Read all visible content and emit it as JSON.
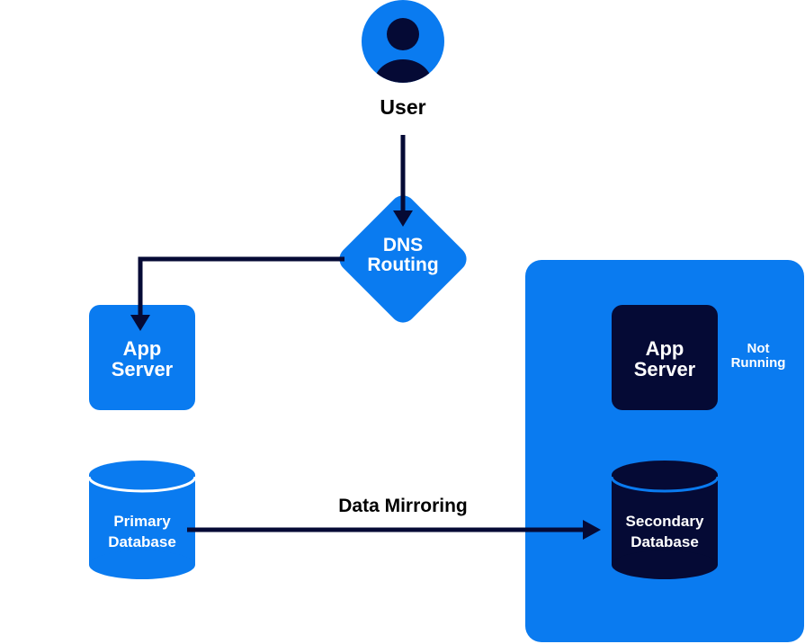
{
  "colors": {
    "primary_blue": "#0a7bf0",
    "navy": "#050a35",
    "white": "#ffffff",
    "text_dark": "#000000"
  },
  "user": {
    "label": "User",
    "icon": "user-avatar-icon"
  },
  "dns": {
    "line1": "DNS",
    "line2": "Routing"
  },
  "primary_site": {
    "app_server": {
      "line1": "App",
      "line2": "Server"
    },
    "database": {
      "line1": "Primary",
      "line2": "Database"
    }
  },
  "secondary_site": {
    "app_server": {
      "line1": "App",
      "line2": "Server",
      "status_line1": "Not",
      "status_line2": "Running"
    },
    "database": {
      "line1": "Secondary",
      "line2": "Database"
    }
  },
  "connections": {
    "mirroring_label": "Data Mirroring"
  }
}
